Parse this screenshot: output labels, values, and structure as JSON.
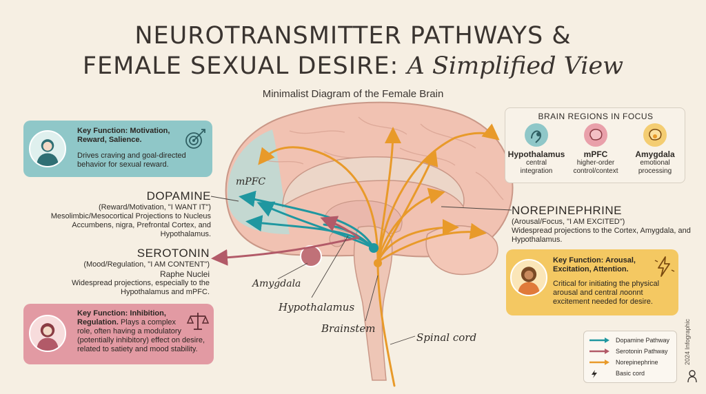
{
  "title": {
    "line1": "NEUROTRANSMITTER PATHWAYS &",
    "line2_plain": "FEMALE SEXUAL DESIRE: ",
    "line2_italic": "A Simplified View"
  },
  "subtitle": "Minimalist Diagram of the Female Brain",
  "cards": {
    "dopamine": {
      "head": "Key Function: Motivation, Reward, Salience.",
      "body": "Drives craving and goal-directed behavior for sexual reward.",
      "icon": "target-arrow-icon"
    },
    "serotonin": {
      "head": "Key Function: Inhibition, Regulation.",
      "head_inline": "Plays a complex",
      "body": "role, often having a modulatory (potentially inhibitory) effect on desire, related to satiety and mood stability.",
      "icon": "balance-scale-icon"
    },
    "norepinephrine": {
      "head": "Key Function: Arousal, Excitation, Attention.",
      "body": "Critical for initiating the physical arousal and central лoonnt excitement needed for desire.",
      "icon": "lightning-icon"
    }
  },
  "neurotransmitters": {
    "dopamine": {
      "name": "DOPAMINE",
      "tag": "(Reward/Motivation, \"I WANT IT\")",
      "desc": "Mesolimbic/Mesocortical Projections to Nucleus Accumbens, nigra, Prefrontal Cortex, and Hypothalamus."
    },
    "serotonin": {
      "name": "SEROTONIN",
      "tag": "(Mood/Regulation, \"I AM CONTENT\")",
      "origin": "Raphe Nuclei",
      "desc": "Widespread projections, especially to the Hypothalamus and mPFC."
    },
    "norepinephrine": {
      "name": "NOREPINEPHRINE",
      "tag": "(Arousal/Focus, \"I AM EXCITED\")",
      "desc": "Widespread projections to the Cortex, Amygdala, and Hypothalamus."
    }
  },
  "brain_labels": {
    "mpfc": "mPFC",
    "amygdala": "Amygdala",
    "hypothalamus": "Hypothalamus",
    "brainstem": "Brainstem",
    "spinal_cord": "Spinal cord"
  },
  "regions": {
    "title": "BRAIN REGIONS IN FOCUS",
    "items": [
      {
        "name": "Hypothalamus",
        "desc1": "central",
        "desc2": "integration",
        "color": "#8fc7c8"
      },
      {
        "name": "mPFC",
        "desc1": "higher-order",
        "desc2": "control/context",
        "color": "#e9a0aa"
      },
      {
        "name": "Amygdala",
        "desc1": "emotional",
        "desc2": "processing",
        "color": "#f4cd72"
      }
    ]
  },
  "legend": {
    "items": [
      {
        "label": "Dopamine Pathway",
        "color": "#1f97a0"
      },
      {
        "label": "Serotonin Pathway",
        "color": "#b25a68"
      },
      {
        "label": "Norepinephrine",
        "color": "#e89a2a"
      },
      {
        "label": "Basic cord",
        "color": "#2e2a26"
      }
    ]
  },
  "credit": "2024 Infographic",
  "colors": {
    "dopamine": "#1f97a0",
    "serotonin": "#b25a68",
    "norepinephrine": "#e89a2a",
    "brain_fill": "#f1c2b2",
    "background": "#f6efe3"
  }
}
